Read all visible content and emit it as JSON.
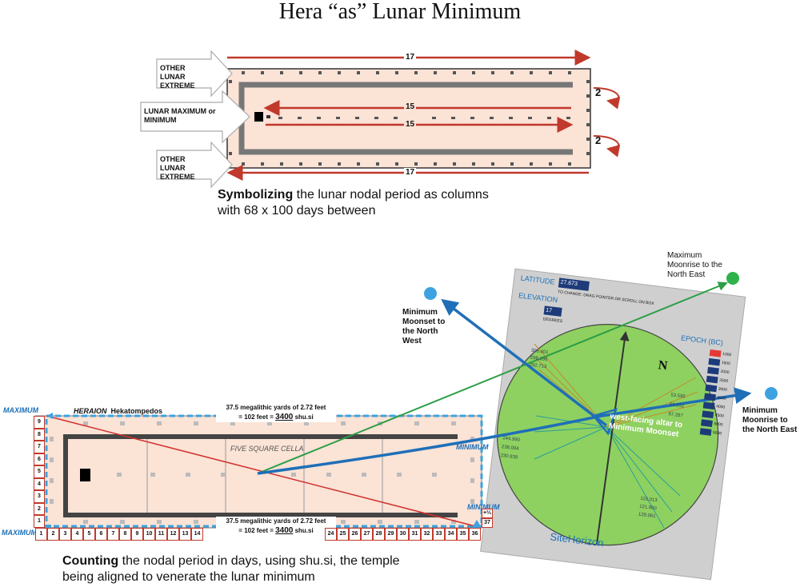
{
  "title": "Hera “as” Lunar Minimum",
  "top_diagram": {
    "arrows": [
      "OTHER LUNAR EXTREME",
      "LUNAR MAXIMUM or MINIMUM",
      "OTHER LUNAR EXTREME"
    ],
    "dim_top": "17",
    "dim_inner_top": "15",
    "dim_inner_bottom": "15",
    "dim_bottom": "17",
    "dim_right_a": "2",
    "dim_right_b": "2",
    "caption_bold": "Symbolizing",
    "caption_rest": " the lunar nodal period as columns",
    "caption_line2": "with 68 x 100 days between"
  },
  "plan": {
    "heraion": "HERAION",
    "hekatompedos": "Hekatompedos",
    "note_top_line1": "37.5 megalithic yards of 2.72 feet",
    "note_top_line2_pre": "= 102 feet = ",
    "note_top_value": "3400",
    "note_top_line2_post": " shu.si",
    "note_bottom_line1": "37.5 megalithic yards of 2.72 feet",
    "note_bottom_line2_pre": "= 102 feet = ",
    "note_bottom_value": "3400",
    "note_bottom_line2_post": " shu.si",
    "cella": "FIVE SQUARE CELLA",
    "max_top": "MAXIMUM",
    "max_bottom": "MAXIMUM",
    "min_right": "MINIMUM",
    "min_right_low": "MINIMUM",
    "ruler_left": [
      "9",
      "8",
      "7",
      "6",
      "5",
      "4",
      "3",
      "2",
      "1"
    ],
    "ruler_bottom": [
      "1",
      "2",
      "3",
      "4",
      "5",
      "6",
      "7",
      "8",
      "9",
      "10",
      "11",
      "12",
      "13",
      "14",
      "24",
      "25",
      "26",
      "27",
      "28",
      "29",
      "30",
      "31",
      "32",
      "33",
      "34",
      "35",
      "36"
    ],
    "ruler_corner_top": "+⅔",
    "ruler_corner_bottom": "37",
    "caption_bold": "Counting",
    "caption_rest": " the nodal period in days, using shu.si, the temple",
    "caption_line2": "being aligned to venerate the lunar minimum"
  },
  "sitehorizon": {
    "latitude_label": "LATITUDE",
    "latitude_value": "27.673",
    "change_note": "TO CHANGE: DRAG POINTER OR SCROLL ON BOX",
    "elevation_label": "ELEVATION",
    "elevation_value": "17",
    "elevation_unit": "DEGREES",
    "epoch_label": "EPOCH (BC)",
    "epochs": [
      "1000",
      "1500",
      "2000",
      "2500",
      "3000",
      "3500",
      "4000",
      "4500",
      "5000",
      "5500"
    ],
    "north": "N",
    "altar_line1": "west-facing altar to",
    "altar_line2": "Minimum Moonset",
    "brand": "SiteHorizon",
    "left_values": [
      "306.401",
      "299.196",
      "292.713"
    ],
    "right_values": [
      "53.595",
      "60.552",
      "67.287"
    ],
    "lower_left_values": [
      "244.990",
      "238.004",
      "230.939"
    ],
    "lower_right_values": [
      "115.013",
      "121.900",
      "129.061"
    ]
  },
  "moon_labels": {
    "min_moonset": [
      "Minimum",
      "Moonset to",
      "the North",
      "West"
    ],
    "max_moonrise": [
      "Maximum",
      "Moonrise to the",
      "North East"
    ],
    "min_moonrise": [
      "Minimum",
      "Moonrise to",
      "the North East"
    ]
  },
  "colors": {
    "red": "#c0392b",
    "blue": "#1f6fb8",
    "green": "#2e9e46",
    "plan_fill": "#fbe3d6",
    "disk": "#8ed160",
    "panel": "#cfcfcf"
  }
}
